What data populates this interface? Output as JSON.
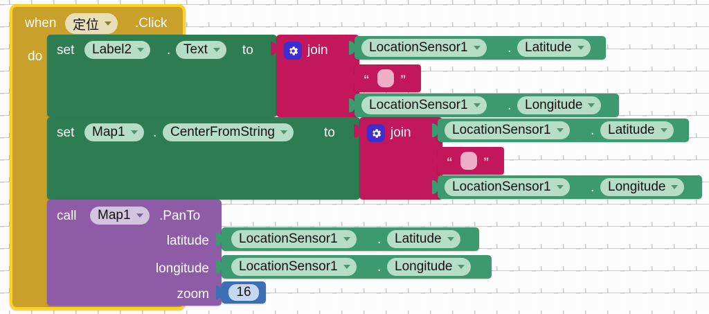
{
  "workspace": {
    "grid": "plus-marks",
    "background_color": "#fdfdfd",
    "grid_color": "#c9c9c9"
  },
  "colors": {
    "event_block": "#c8a02a",
    "event_highlight": "#ffd21e",
    "set_block": "#2e7d52",
    "getter_block": "#3d9970",
    "join_block": "#c2185b",
    "text_block": "#c2185b",
    "call_block": "#8e5ba6",
    "number_block": "#3d6fb4",
    "gear_icon": "#3f2ecf"
  },
  "event": {
    "when_label": "when",
    "component": "定位",
    "event_name": ".Click",
    "do_label": "do"
  },
  "statements": [
    {
      "kind": "set",
      "set_label": "set",
      "component": "Label2",
      "separator": ".",
      "property": "Text",
      "to_label": "to",
      "value": {
        "kind": "join",
        "label": "join",
        "icon": "gear-icon",
        "args": [
          {
            "kind": "getter",
            "component": "LocationSensor1",
            "separator": ".",
            "property": "Latitude"
          },
          {
            "kind": "text",
            "open_quote": "“",
            "close_quote": "”",
            "value": ""
          },
          {
            "kind": "getter",
            "component": "LocationSensor1",
            "separator": ".",
            "property": "Longitude"
          }
        ]
      }
    },
    {
      "kind": "set",
      "set_label": "set",
      "component": "Map1",
      "separator": ".",
      "property": "CenterFromString",
      "to_label": "to",
      "value": {
        "kind": "join",
        "label": "join",
        "icon": "gear-icon",
        "args": [
          {
            "kind": "getter",
            "component": "LocationSensor1",
            "separator": ".",
            "property": "Latitude"
          },
          {
            "kind": "text",
            "open_quote": "“",
            "close_quote": "”",
            "value": ""
          },
          {
            "kind": "getter",
            "component": "LocationSensor1",
            "separator": ".",
            "property": "Longitude"
          }
        ]
      }
    },
    {
      "kind": "call",
      "call_label": "call",
      "component": "Map1",
      "method": ".PanTo",
      "params": [
        {
          "name": "latitude",
          "value": {
            "kind": "getter",
            "component": "LocationSensor1",
            "separator": ".",
            "property": "Latitude"
          }
        },
        {
          "name": "longitude",
          "value": {
            "kind": "getter",
            "component": "LocationSensor1",
            "separator": ".",
            "property": "Longitude"
          }
        },
        {
          "name": "zoom",
          "value": {
            "kind": "number",
            "value": "16"
          }
        }
      ]
    }
  ]
}
